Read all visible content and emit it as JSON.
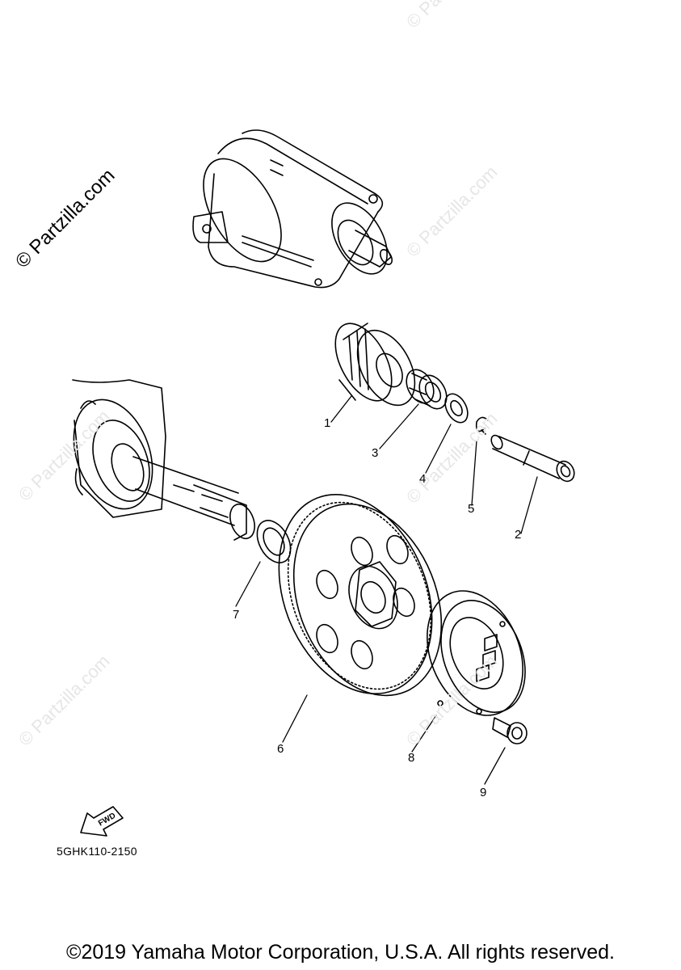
{
  "watermark": {
    "main": "© Partzilla.com",
    "faint": "© Partzilla.com"
  },
  "callouts": [
    {
      "id": "1",
      "label": "1"
    },
    {
      "id": "2",
      "label": "2"
    },
    {
      "id": "3",
      "label": "3"
    },
    {
      "id": "4",
      "label": "4"
    },
    {
      "id": "5",
      "label": "5"
    },
    {
      "id": "6",
      "label": "6"
    },
    {
      "id": "7",
      "label": "7"
    },
    {
      "id": "8",
      "label": "8"
    },
    {
      "id": "9",
      "label": "9"
    }
  ],
  "fwd_arrow": {
    "label": "FWD"
  },
  "diagram_code": "5GHK110-2150",
  "footer": {
    "copyright": "©2019 Yamaha Motor Corporation, U.S.A. All rights reserved."
  }
}
